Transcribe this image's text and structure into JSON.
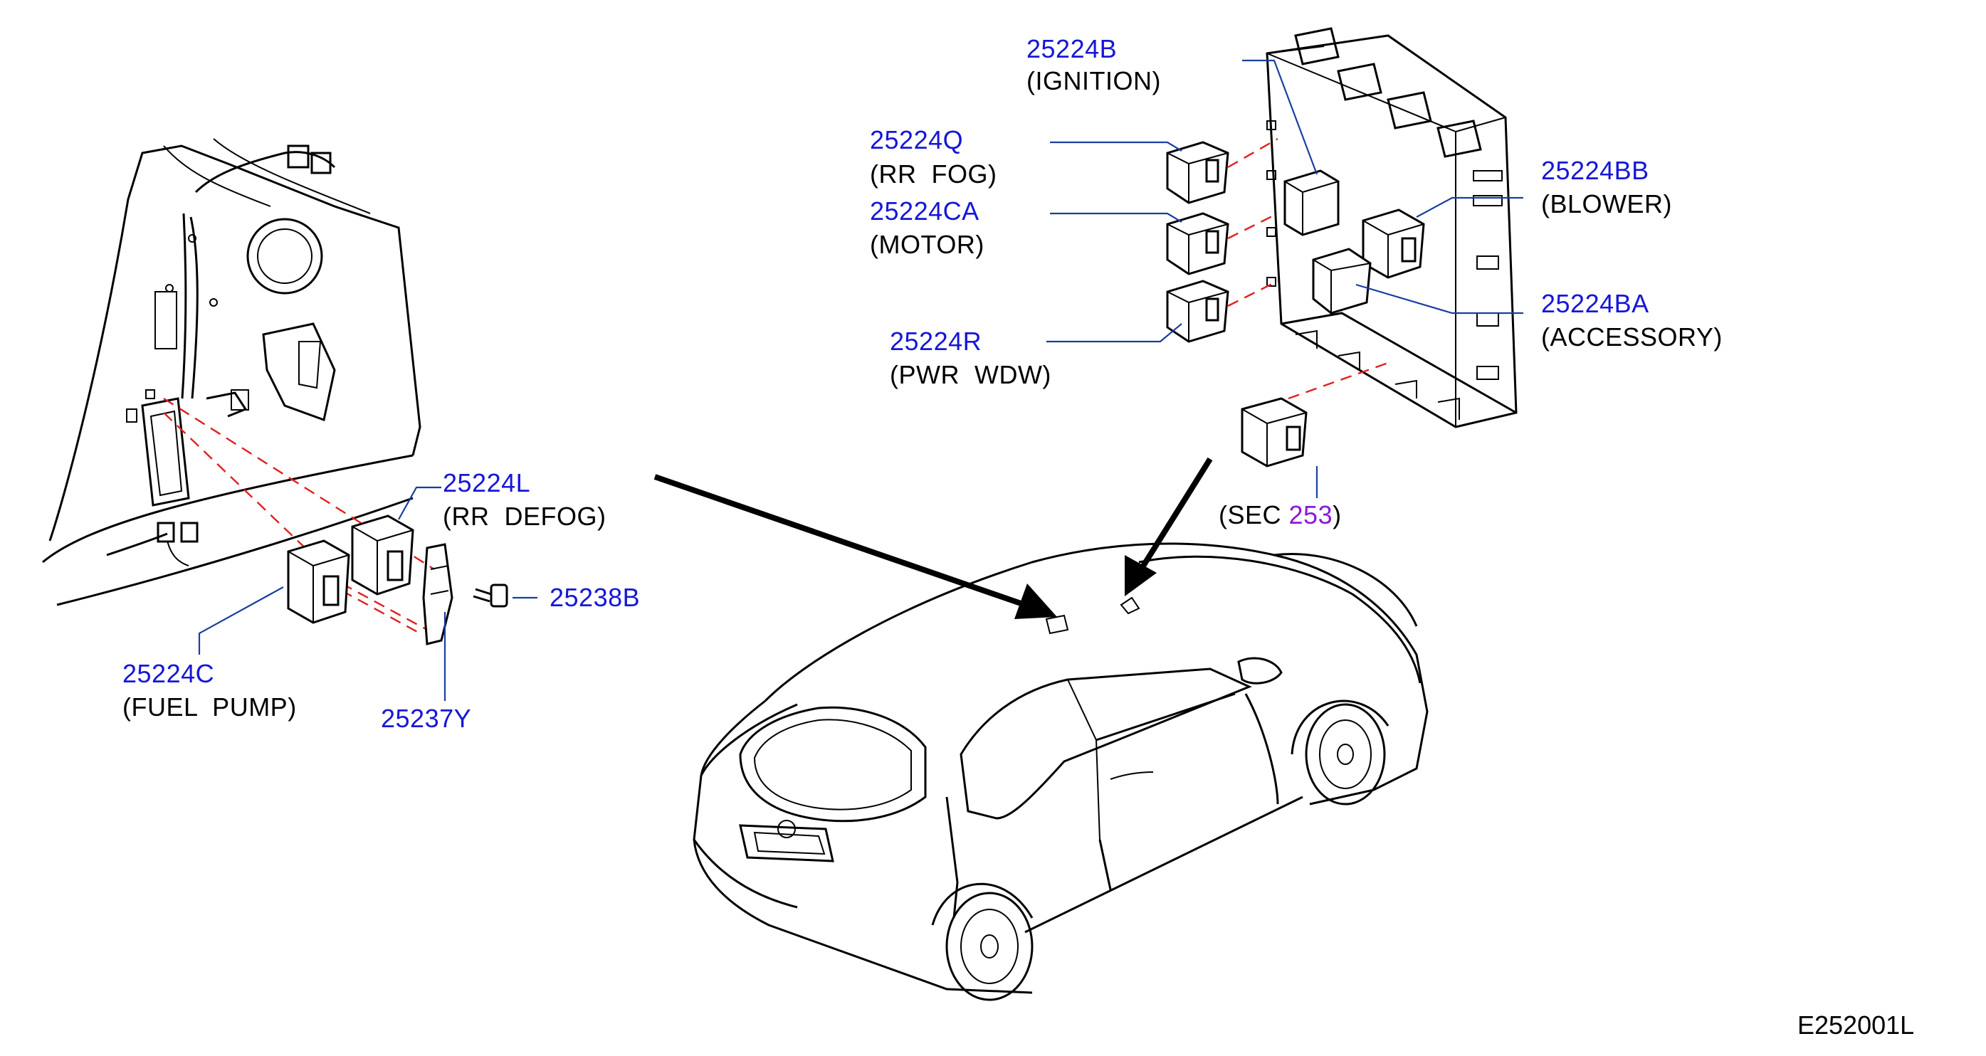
{
  "diagram_code": "E252001L",
  "labels": {
    "p_25224B": "25224B",
    "d_25224B": "(IGNITION)",
    "p_25224Q": "25224Q",
    "d_25224Q": "(RR  FOG)",
    "p_25224CA": "25224CA",
    "d_25224CA": "(MOTOR)",
    "p_25224R": "25224R",
    "d_25224R": "(PWR  WDW)",
    "p_25224BB": "25224BB",
    "d_25224BB": "(BLOWER)",
    "p_25224BA": "25224BA",
    "d_25224BA": "(ACCESSORY)",
    "sec_prefix": "(SEC",
    "sec_number": "253",
    "sec_suffix": ")",
    "p_25224L": "25224L",
    "d_25224L": "(RR  DEFOG)",
    "p_25238B": "25238B",
    "p_25224C": "25224C",
    "d_25224C": "(FUEL  PUMP)",
    "p_25237Y": "25237Y"
  },
  "colors": {
    "part_number": "#1616d8",
    "section_link": "#8a1ad8",
    "leader_line": "#1a3fa0",
    "center_line": "#e02020"
  }
}
